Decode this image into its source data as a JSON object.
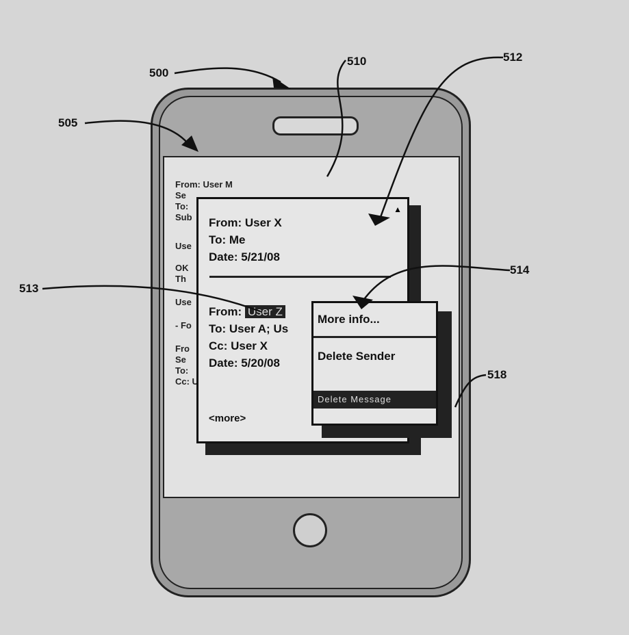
{
  "labels": {
    "l500": "500",
    "l505": "505",
    "l510": "510",
    "l512": "512",
    "l513": "513",
    "l514": "514",
    "l518": "518"
  },
  "background_email": {
    "lines": [
      "From: User M",
      "Se",
      "To:",
      "Sub",
      "Use",
      "OK",
      "Th",
      "Use",
      "- Fo",
      "Fro",
      "Se",
      "To:",
      "Cc: U"
    ]
  },
  "popup": {
    "from": "From: User X",
    "to": "To: Me",
    "date": "Date: 5/21/08",
    "quoted_from_label": "From:",
    "quoted_from_value": "User Z",
    "quoted_to": "To: User A; Us",
    "quoted_cc": "Cc: User X",
    "quoted_date": "Date: 5/20/08",
    "more": "<more>"
  },
  "menu": {
    "items": [
      "More info...",
      "Delete Sender",
      "Delete Message"
    ]
  }
}
